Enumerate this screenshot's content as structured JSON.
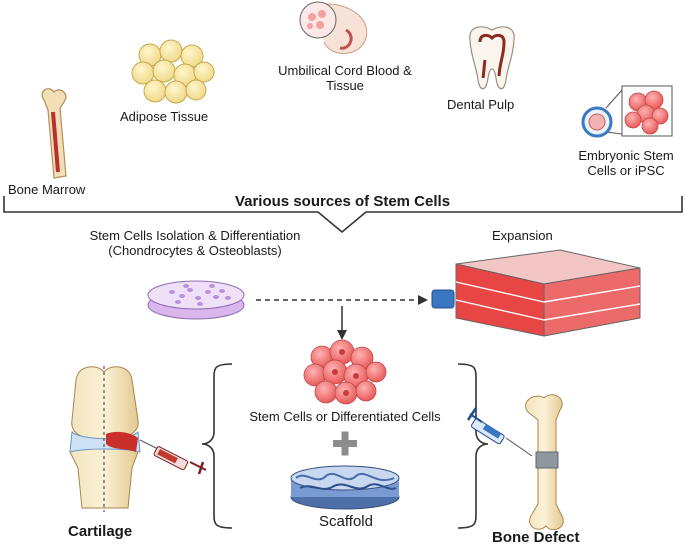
{
  "sources": {
    "heading": "Various sources of Stem Cells",
    "bone_marrow": "Bone Marrow",
    "adipose": "Adipose Tissue",
    "umbilical_line1": "Umbilical Cord Blood &",
    "umbilical_line2": "Tissue",
    "dental": "Dental Pulp",
    "embryonic_line1": "Embryonic Stem",
    "embryonic_line2": "Cells or iPSC"
  },
  "process": {
    "isolation_line1": "Stem Cells Isolation & Differentiation",
    "isolation_line2": "(Chondrocytes & Osteoblasts)",
    "expansion": "Expansion"
  },
  "construct": {
    "cells": "Stem Cells or Differentiated Cells",
    "plus": "+",
    "scaffold": "Scaffold"
  },
  "applications": {
    "cartilage": "Cartilage",
    "bone_defect": "Bone Defect"
  },
  "colors": {
    "cell_red": "#f06b6b",
    "cell_dark": "#c83c3c",
    "dish_purple": "#b48ad8",
    "bone": "#efdcb0",
    "flask_red": "#e84545",
    "scaffold_blue": "#6f8fc8",
    "syringe_blue": "#3a76c4"
  }
}
